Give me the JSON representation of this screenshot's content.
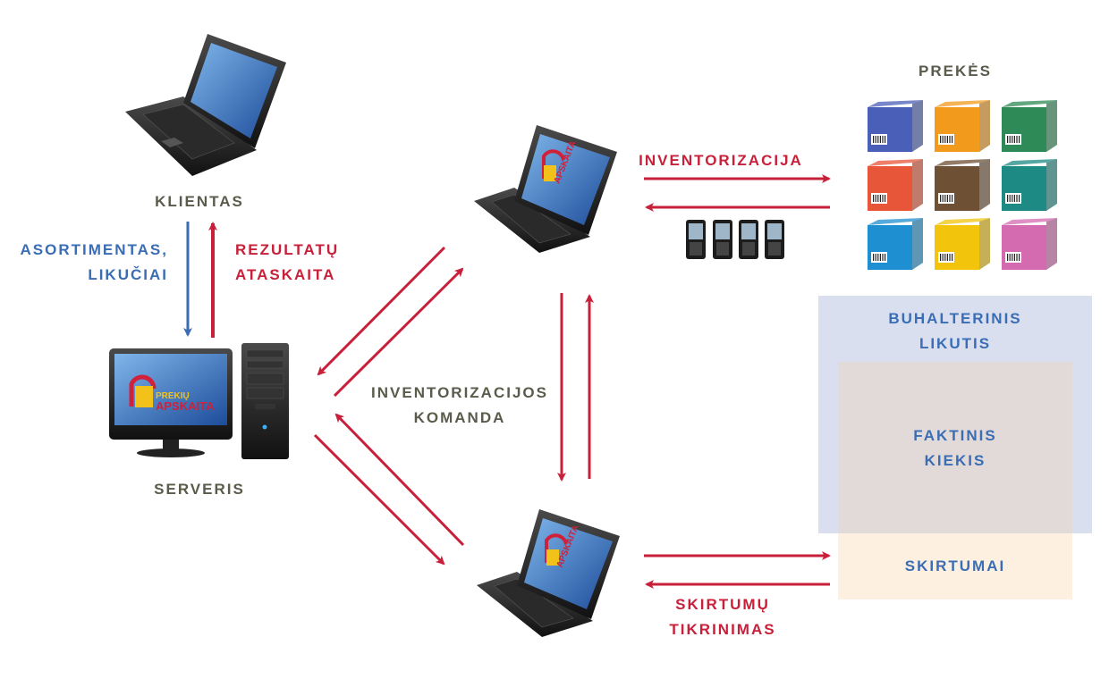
{
  "labels": {
    "client": "KLIENTAS",
    "server": "SERVERIS",
    "to_server": [
      "ASORTIMENTAS,",
      "LIKUČIAI"
    ],
    "to_client": [
      "REZULTATŲ",
      "ATASKAITA"
    ],
    "command": [
      "INVENTORIZACIJOS",
      "KOMANDA"
    ],
    "inventory": "INVENTORIZACIJA",
    "check": [
      "SKIRTUMŲ",
      "TIKRINIMAS"
    ],
    "goods": "PREKĖS"
  },
  "zones": {
    "accounting": [
      "BUHALTERINIS",
      "LIKUTIS"
    ],
    "actual": [
      "FAKTINIS",
      "KIEKIS"
    ],
    "differences": "SKIRTUMAI"
  },
  "logo": [
    "PREKIŲ",
    "APSKAITA"
  ],
  "colors": {
    "arrow_red": "#c8203a",
    "arrow_blue": "#3a6db4",
    "text_grey": "#5b5b4b",
    "zone_accounting": "#dadff0",
    "zone_actual": "#e1dad8",
    "zone_differences": "#fdf0e0",
    "boxes": [
      "#4a5fb8",
      "#f29a1c",
      "#2e8a56",
      "#e8563a",
      "#6e5034",
      "#1e8a84",
      "#1e8fd0",
      "#f2c40c",
      "#d46ab0"
    ]
  },
  "icons": {
    "client": "laptop-icon",
    "server": "desktop-computer-icon",
    "terminals": "laptop-icon",
    "scanners": "mobile-phone-icon",
    "goods": "package-box-icon"
  }
}
